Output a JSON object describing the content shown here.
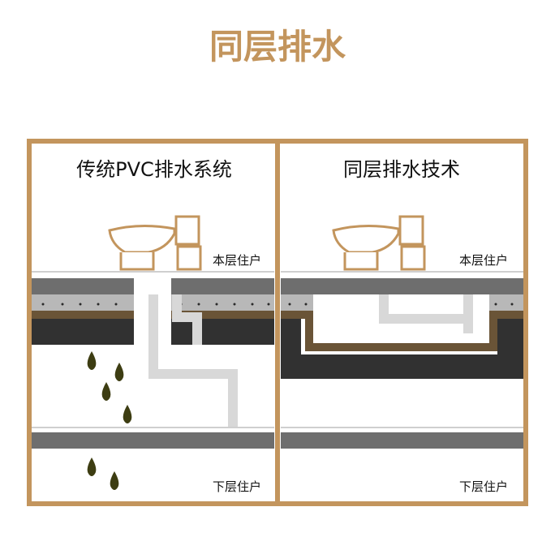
{
  "title": "同层排水",
  "colors": {
    "accent": "#c3955d",
    "concrete": "#6e6e6e",
    "gravel": "#b8b8b8",
    "brown_layer": "#6a5437",
    "dark_layer": "#313131",
    "pipe": "#d8d8d8",
    "leak": "#3d3d12"
  },
  "panels": [
    {
      "title": "传统PVC排水系统",
      "upper_label": "本层住户",
      "lower_label": "下层住户"
    },
    {
      "title": "同层排水技术",
      "upper_label": "本层住户",
      "lower_label": "下层住户"
    }
  ]
}
